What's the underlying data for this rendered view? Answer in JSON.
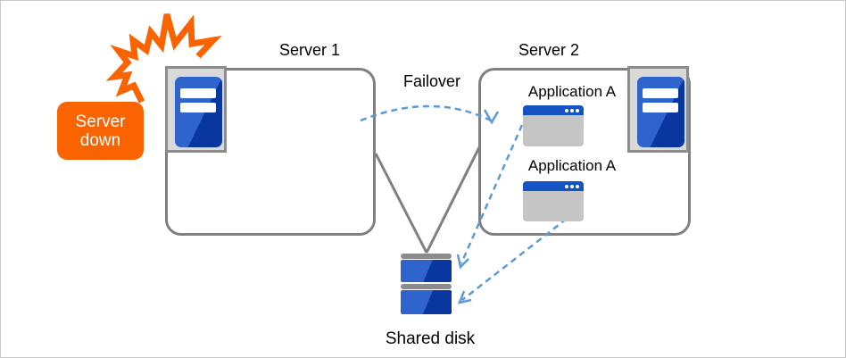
{
  "diagram": {
    "nodes": {
      "server1": {
        "label": "Server 1"
      },
      "server2": {
        "label": "Server 2",
        "applications": [
          {
            "label": "Application A"
          },
          {
            "label": "Application A"
          }
        ]
      },
      "shared_disk": {
        "label": "Shared disk"
      },
      "status_callout": {
        "label": "Server\ndown"
      }
    },
    "edges": {
      "failover": {
        "label": "Failover"
      }
    },
    "colors": {
      "accent_orange": "#FA6400",
      "arrow_blue": "#5B9BD5",
      "line_gray": "#808080",
      "icon_frame_gray": "#D9D9D9",
      "tower_blue_light": "#2E64CB",
      "tower_blue_dark": "#0A36A0",
      "titlebar_blue": "#1353C4",
      "window_body_gray": "#C5C5C5"
    },
    "icons": {
      "crash-burst": "orange zigzag explosion",
      "server-tower": "blue tower with two white slots on gray frame",
      "app-window": "window with blue titlebar and three dots",
      "shared-disk": "two stacked disk drives with gray caps"
    }
  }
}
